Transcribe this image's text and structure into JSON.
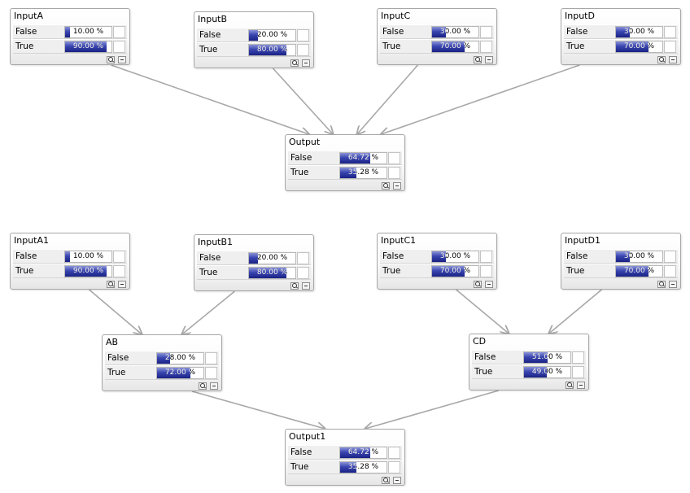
{
  "nodes": [
    {
      "id": "InputA",
      "title": "InputA",
      "states": [
        {
          "label": "False",
          "value": 10.0,
          "text": "10.00 %"
        },
        {
          "label": "True",
          "value": 90.0,
          "text": "90.00 %"
        }
      ]
    },
    {
      "id": "InputB",
      "title": "InputB",
      "states": [
        {
          "label": "False",
          "value": 20.0,
          "text": "20.00 %"
        },
        {
          "label": "True",
          "value": 80.0,
          "text": "80.00 %"
        }
      ]
    },
    {
      "id": "InputC",
      "title": "InputC",
      "states": [
        {
          "label": "False",
          "value": 30.0,
          "text": "30.00 %"
        },
        {
          "label": "True",
          "value": 70.0,
          "text": "70.00 %"
        }
      ]
    },
    {
      "id": "InputD",
      "title": "InputD",
      "states": [
        {
          "label": "False",
          "value": 30.0,
          "text": "30.00 %"
        },
        {
          "label": "True",
          "value": 70.0,
          "text": "70.00 %"
        }
      ]
    },
    {
      "id": "Output",
      "title": "Output",
      "states": [
        {
          "label": "False",
          "value": 64.72,
          "text": "64.72 %"
        },
        {
          "label": "True",
          "value": 35.28,
          "text": "35.28 %"
        }
      ]
    },
    {
      "id": "InputA1",
      "title": "InputA1",
      "states": [
        {
          "label": "False",
          "value": 10.0,
          "text": "10.00 %"
        },
        {
          "label": "True",
          "value": 90.0,
          "text": "90.00 %"
        }
      ]
    },
    {
      "id": "InputB1",
      "title": "InputB1",
      "states": [
        {
          "label": "False",
          "value": 20.0,
          "text": "20.00 %"
        },
        {
          "label": "True",
          "value": 80.0,
          "text": "80.00 %"
        }
      ]
    },
    {
      "id": "InputC1",
      "title": "InputC1",
      "states": [
        {
          "label": "False",
          "value": 30.0,
          "text": "30.00 %"
        },
        {
          "label": "True",
          "value": 70.0,
          "text": "70.00 %"
        }
      ]
    },
    {
      "id": "InputD1",
      "title": "InputD1",
      "states": [
        {
          "label": "False",
          "value": 30.0,
          "text": "30.00 %"
        },
        {
          "label": "True",
          "value": 70.0,
          "text": "70.00 %"
        }
      ]
    },
    {
      "id": "AB",
      "title": "AB",
      "states": [
        {
          "label": "False",
          "value": 28.0,
          "text": "28.00 %"
        },
        {
          "label": "True",
          "value": 72.0,
          "text": "72.00 %"
        }
      ]
    },
    {
      "id": "CD",
      "title": "CD",
      "states": [
        {
          "label": "False",
          "value": 51.0,
          "text": "51.00 %"
        },
        {
          "label": "True",
          "value": 49.0,
          "text": "49.00 %"
        }
      ]
    },
    {
      "id": "Output1",
      "title": "Output1",
      "states": [
        {
          "label": "False",
          "value": 64.72,
          "text": "64.72 %"
        },
        {
          "label": "True",
          "value": 35.28,
          "text": "35.28 %"
        }
      ]
    }
  ],
  "edges": [
    {
      "from": "InputA",
      "to": "Output"
    },
    {
      "from": "InputB",
      "to": "Output"
    },
    {
      "from": "InputC",
      "to": "Output"
    },
    {
      "from": "InputD",
      "to": "Output"
    },
    {
      "from": "InputA1",
      "to": "AB"
    },
    {
      "from": "InputB1",
      "to": "AB"
    },
    {
      "from": "InputC1",
      "to": "CD"
    },
    {
      "from": "InputD1",
      "to": "CD"
    },
    {
      "from": "AB",
      "to": "Output1"
    },
    {
      "from": "CD",
      "to": "Output1"
    }
  ],
  "colors": {
    "bar_fill": "#2a35a0",
    "edge": "#a8a8a8",
    "node_border": "#a6a6a6"
  },
  "icons": {
    "zoom": "magnifier-icon",
    "minimize": "minimize-icon"
  }
}
